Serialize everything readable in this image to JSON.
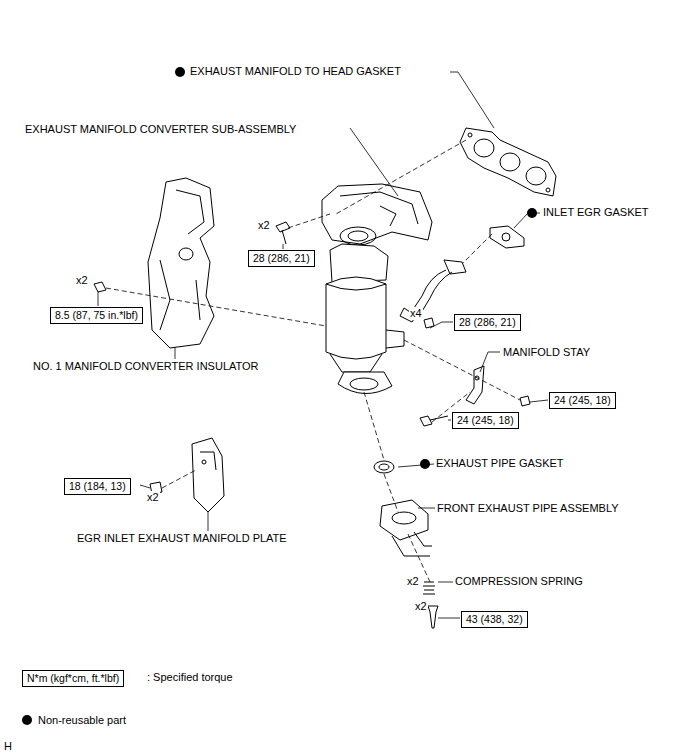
{
  "diagram": {
    "nodes": [
      {
        "text": [
          "28 (286, 21)"
        ]
      },
      {
        "text": [
          "8.5 (87, 75 in.*lbf)"
        ]
      },
      {
        "text": [
          "28 (286, 21)"
        ]
      },
      {
        "text": [
          "24 (245, 18)"
        ]
      },
      {
        "text": [
          "24 (245, 18)"
        ]
      },
      {
        "text": [
          "18 (184, 13)"
        ]
      },
      {
        "text": [
          "43 (438, 32)"
        ]
      },
      {
        "text": [
          "N*m (kgf*cm, ft.*lbf)"
        ]
      }
    ],
    "labels": [
      "EXHAUST MANIFOLD TO HEAD GASKET",
      "EXHAUST MANIFOLD CONVERTER SUB-ASSEMBLY",
      "INLET EGR GASKET",
      "x2",
      "x2",
      "x4",
      "NO. 1 MANIFOLD CONVERTER INSULATOR",
      "MANIFOLD STAY",
      "EXHAUST PIPE GASKET",
      "FRONT EXHAUST PIPE ASSEMBLY",
      "x2",
      "EGR INLET EXHAUST MANIFOLD PLATE",
      "x2",
      "COMPRESSION SPRING",
      "x2",
      "H"
    ],
    "legend": [
      {
        "text": ": Specified torque"
      },
      {
        "text": "Non-reusable part"
      }
    ]
  }
}
